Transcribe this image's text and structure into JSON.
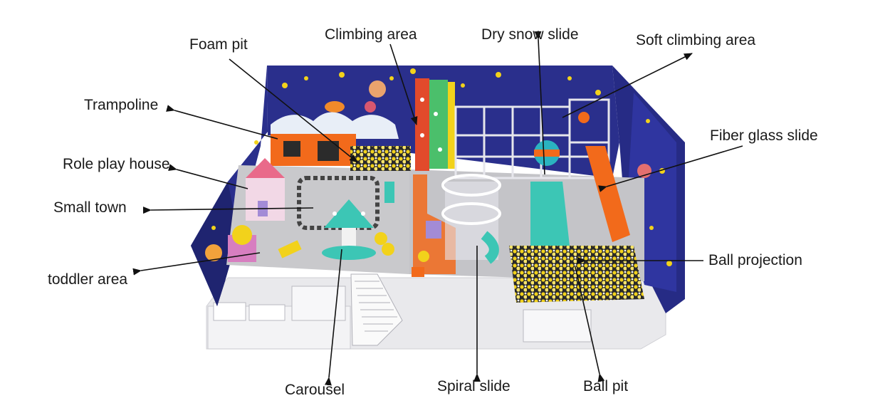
{
  "labels": {
    "foam_pit": "Foam pit",
    "climbing_area": "Climbing area",
    "dry_snow_slide": "Dry snow slide",
    "soft_climbing_area": "Soft climbing area",
    "trampoline": "Trampoline",
    "fiber_glass_slide": "Fiber glass slide",
    "role_play_house": "Role play house",
    "small_town": "Small town",
    "ball_projection": "Ball projection",
    "toddler_area": "toddler area",
    "carousel": "Carousel",
    "spiral_slide": "Spiral slide",
    "ball_pit": "Ball pit"
  },
  "colors": {
    "wall_navy": "#2a2f8c",
    "floor_grey": "#c9c9cc",
    "accent_orange": "#f26a1b",
    "slide_teal": "#3cc6b5",
    "ball_yellow": "#f2d21b",
    "arrow": "#111111"
  }
}
